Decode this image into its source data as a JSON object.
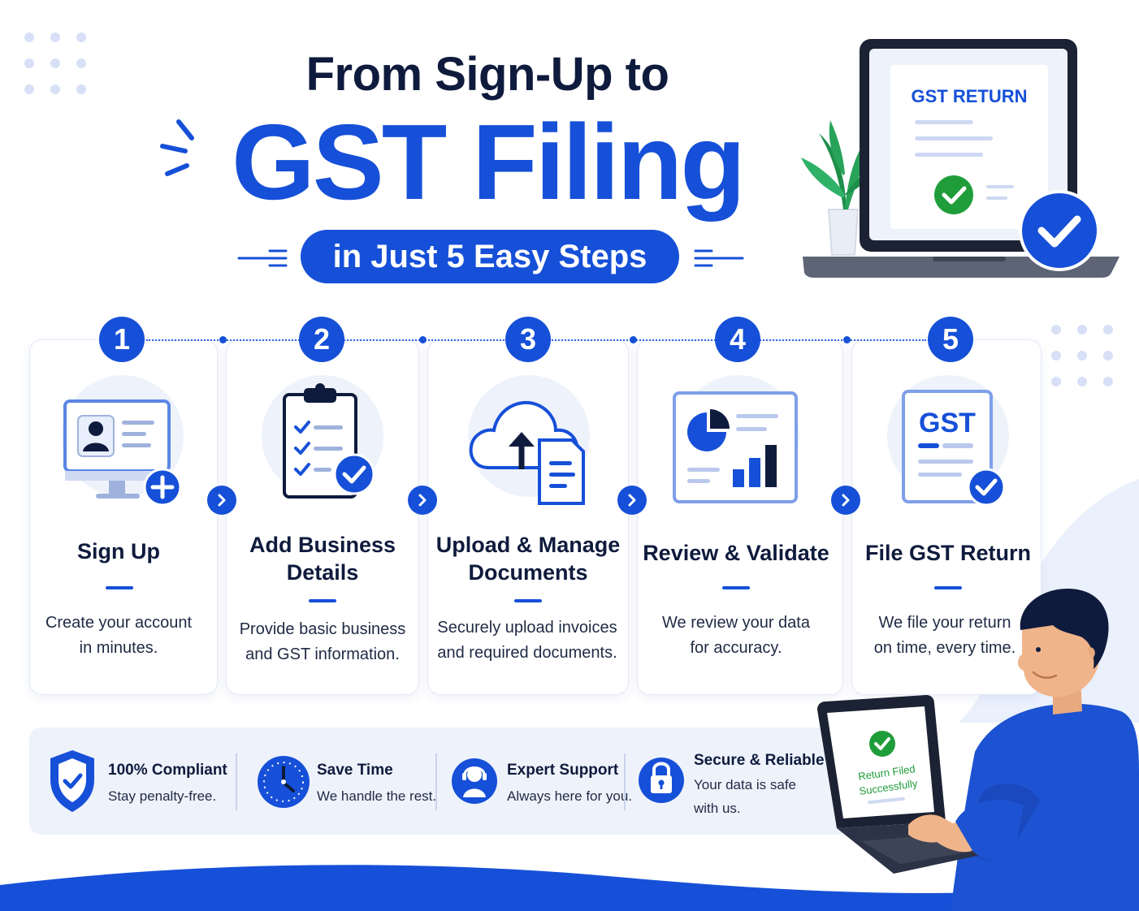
{
  "header": {
    "title_line1": "From Sign-Up to",
    "title_line2": "GST Filing",
    "subtitle": "in Just 5 Easy Steps"
  },
  "hero_laptop": {
    "screen_heading": "GST RETURN"
  },
  "steps": [
    {
      "number": "1",
      "title": "Sign Up",
      "description_line1": "Create your account",
      "description_line2": "in minutes.",
      "icon": "user-profile-monitor-add-icon"
    },
    {
      "number": "2",
      "title_line1": "Add Business",
      "title_line2": "Details",
      "description_line1": "Provide basic business",
      "description_line2": "and GST information.",
      "icon": "clipboard-checklist-icon"
    },
    {
      "number": "3",
      "title_line1": "Upload & Manage",
      "title_line2": "Documents",
      "description_line1": "Securely upload invoices",
      "description_line2": "and required documents.",
      "icon": "cloud-upload-document-icon"
    },
    {
      "number": "4",
      "title": "Review & Validate",
      "description_line1": "We review your data",
      "description_line2": "for accuracy.",
      "icon": "analytics-report-icon"
    },
    {
      "number": "5",
      "title": "File GST Return",
      "description_line1": "We file your return",
      "description_line2": "on time, every time.",
      "icon": "gst-document-check-icon",
      "icon_text": "GST"
    }
  ],
  "benefits": [
    {
      "title": "100% Compliant",
      "subtitle": "Stay penalty-free.",
      "icon": "shield-check-icon"
    },
    {
      "title": "Save Time",
      "subtitle": "We handle the rest.",
      "icon": "clock-icon"
    },
    {
      "title": "Expert Support",
      "subtitle": "Always here for you.",
      "icon": "support-agent-icon"
    },
    {
      "title": "Secure & Reliable",
      "subtitle_line1": "Your data is safe",
      "subtitle_line2": "with us.",
      "icon": "padlock-icon"
    }
  ],
  "person_laptop": {
    "screen_line1": "Return Filed",
    "screen_line2": "Successfully"
  },
  "colors": {
    "brand_blue": "#1650d8",
    "navy_text": "#0f1b3d",
    "light_bg": "#eef2fb",
    "success_green": "#1f9d3a"
  }
}
